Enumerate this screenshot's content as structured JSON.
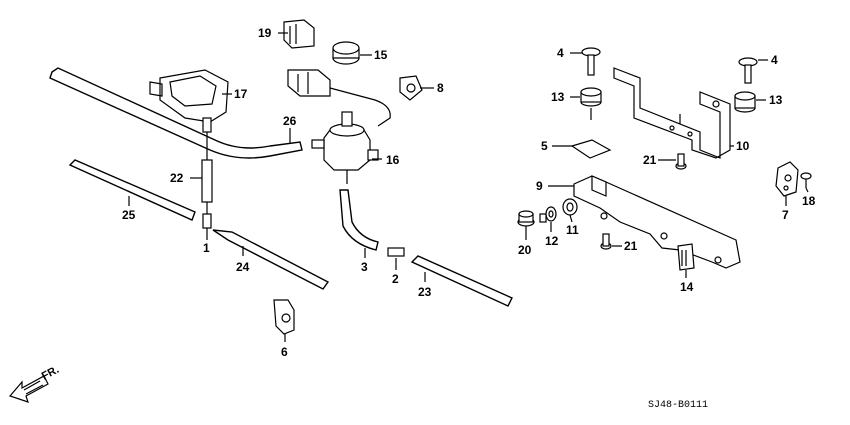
{
  "diagram": {
    "callouts": {
      "p1": "1",
      "p2": "2",
      "p3": "3",
      "p4a": "4",
      "p4b": "4",
      "p5": "5",
      "p6": "6",
      "p7": "7",
      "p8": "8",
      "p9": "9",
      "p10": "10",
      "p11": "11",
      "p12": "12",
      "p13a": "13",
      "p13b": "13",
      "p14": "14",
      "p15": "15",
      "p16": "16",
      "p17": "17",
      "p18": "18",
      "p19": "19",
      "p20": "20",
      "p21a": "21",
      "p21b": "21",
      "p22": "22",
      "p23": "23",
      "p24": "24",
      "p25": "25",
      "p26": "26"
    },
    "front_label": "FR.",
    "drawing_code": "SJ48-B0111"
  }
}
